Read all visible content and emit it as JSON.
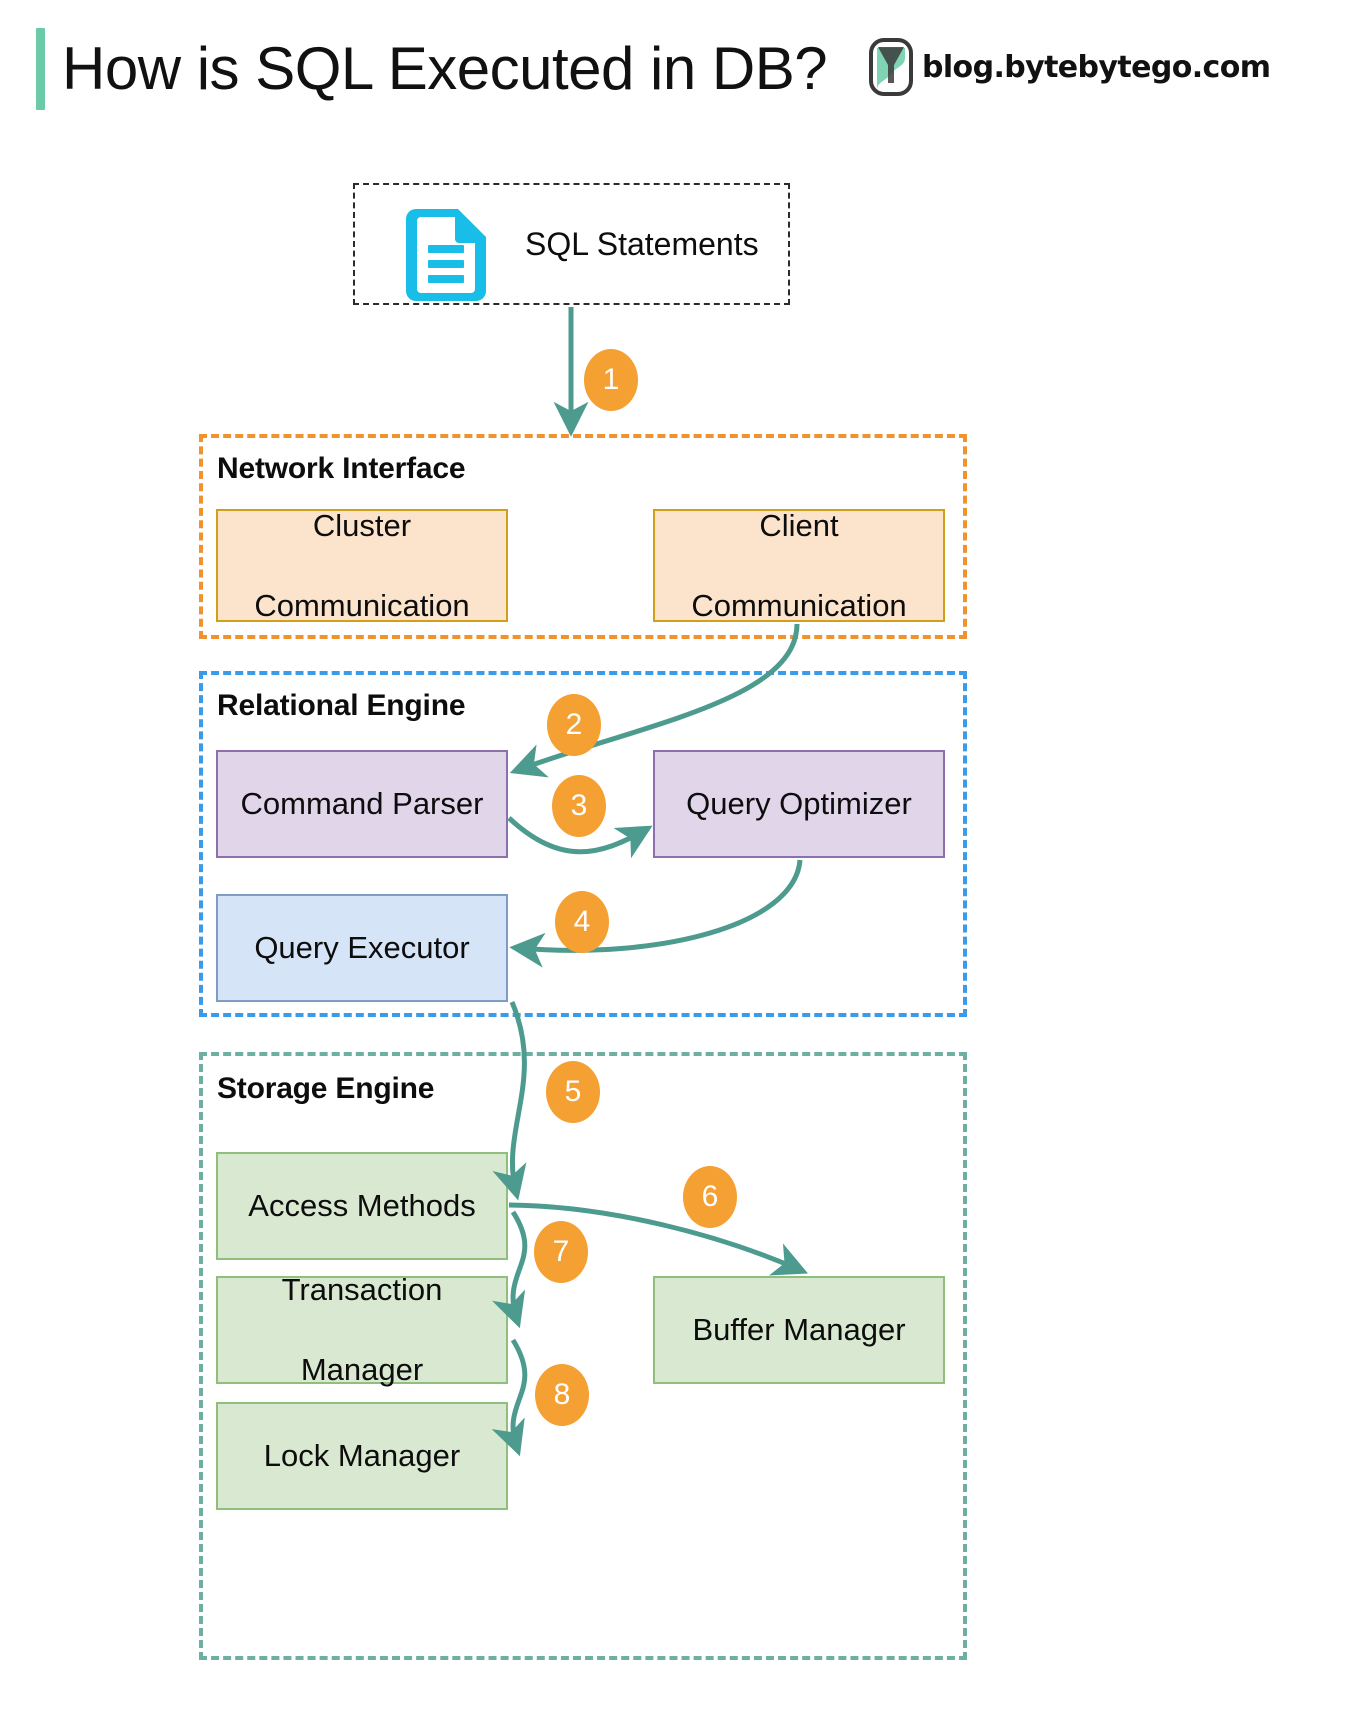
{
  "header": {
    "title": "How is SQL Executed in DB?",
    "brand": "blog.bytebytego.com",
    "accent_color": "#6BCBA8",
    "logo_icon": "bytebytego-logo-icon"
  },
  "source": {
    "label": "SQL Statements",
    "icon": "document-icon",
    "icon_color": "#19BEE8",
    "border_style": "dashed-black"
  },
  "groups": [
    {
      "id": "network-interface",
      "title": "Network Interface",
      "border_color": "#F0922E",
      "nodes": [
        {
          "id": "cluster-communication",
          "label": "Cluster\nCommunication",
          "line1": "Cluster",
          "line2": "Communication",
          "fill": "#FCE3CB",
          "stroke": "#D1A01B"
        },
        {
          "id": "client-communication",
          "label": "Client\nCommunication",
          "line1": "Client",
          "line2": "Communication",
          "fill": "#FCE3CB",
          "stroke": "#D1A01B"
        }
      ]
    },
    {
      "id": "relational-engine",
      "title": "Relational Engine",
      "border_color": "#3B9BE8",
      "nodes": [
        {
          "id": "command-parser",
          "label": "Command Parser",
          "fill": "#E1D5EA",
          "stroke": "#8E6FAD"
        },
        {
          "id": "query-optimizer",
          "label": "Query Optimizer",
          "fill": "#E1D5EA",
          "stroke": "#8E6FAD"
        },
        {
          "id": "query-executor",
          "label": "Query Executor",
          "fill": "#D6E4F7",
          "stroke": "#7E9CC4"
        }
      ]
    },
    {
      "id": "storage-engine",
      "title": "Storage Engine",
      "border_color": "#6DAFA0",
      "nodes": [
        {
          "id": "access-methods",
          "label": "Access Methods",
          "fill": "#D9E8D0",
          "stroke": "#8FBF7A"
        },
        {
          "id": "transaction-manager",
          "label": "Transaction\nManager",
          "line1": "Transaction",
          "line2": "Manager",
          "fill": "#D9E8D0",
          "stroke": "#8FBF7A"
        },
        {
          "id": "lock-manager",
          "label": "Lock Manager",
          "fill": "#D9E8D0",
          "stroke": "#8FBF7A"
        },
        {
          "id": "buffer-manager",
          "label": "Buffer Manager",
          "fill": "#D9E8D0",
          "stroke": "#8FBF7A"
        }
      ]
    }
  ],
  "steps": [
    {
      "n": "1",
      "from": "sql-statements",
      "to": "network-interface"
    },
    {
      "n": "2",
      "from": "client-communication",
      "to": "command-parser"
    },
    {
      "n": "3",
      "from": "command-parser",
      "to": "query-optimizer"
    },
    {
      "n": "4",
      "from": "query-optimizer",
      "to": "query-executor"
    },
    {
      "n": "5",
      "from": "query-executor",
      "to": "access-methods"
    },
    {
      "n": "6",
      "from": "access-methods",
      "to": "buffer-manager"
    },
    {
      "n": "7",
      "from": "access-methods",
      "to": "transaction-manager"
    },
    {
      "n": "8",
      "from": "transaction-manager",
      "to": "lock-manager"
    }
  ],
  "arrow_color": "#4D9B8F",
  "step_badge_color": "#F5A033"
}
